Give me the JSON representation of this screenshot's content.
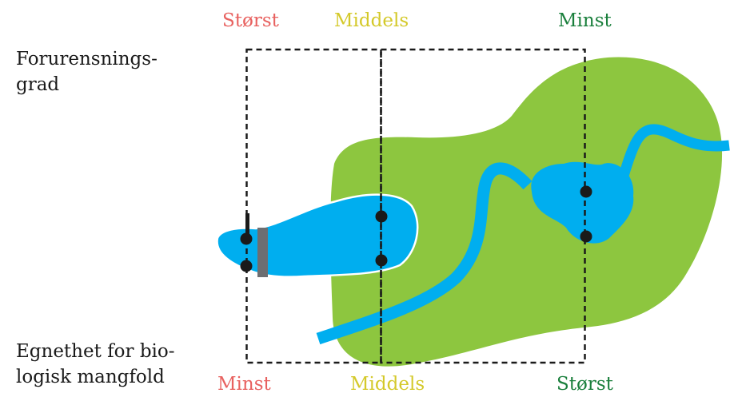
{
  "axes": {
    "top_label_line1": "Forurensnings-",
    "top_label_line2": "grad",
    "bottom_label_line1": "Egnethet for bio-",
    "bottom_label_line2": "logisk mangfold"
  },
  "top_scale": {
    "left": "Størst",
    "middle": "Middels",
    "right": "Minst"
  },
  "bottom_scale": {
    "left": "Minst",
    "middle": "Middels",
    "right": "Størst"
  },
  "colors": {
    "high": "#e8615f",
    "medium": "#d4c92a",
    "low": "#1a7f3c",
    "land": "#8dc63f",
    "water": "#00aeef",
    "pipe": "#6d6e71",
    "dots": "#1a1a1a"
  }
}
